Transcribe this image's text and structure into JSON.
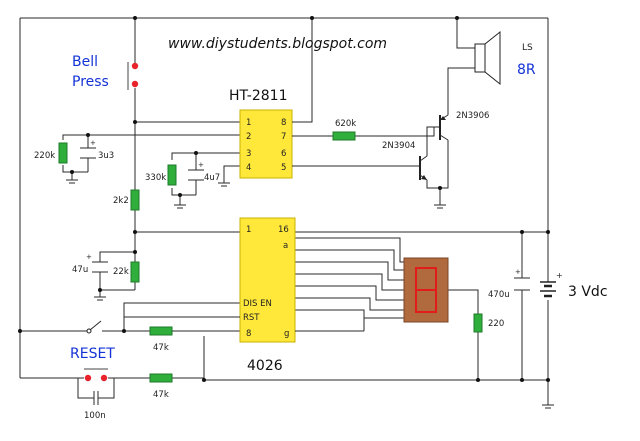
{
  "url": "www.diystudents.blogspot.com",
  "labels": {
    "bell1": "Bell",
    "bell2": "Press",
    "reset": "RESET",
    "ls": "LS",
    "ls_imp": "8R",
    "supply": "3 Vdc"
  },
  "ic1": {
    "name": "HT-2811",
    "pins": [
      "1",
      "2",
      "3",
      "4",
      "8",
      "7",
      "6",
      "5"
    ]
  },
  "ic2": {
    "name": "4026",
    "pins": [
      "1",
      "16",
      "a",
      "DIS EN",
      "RST",
      "8",
      "g"
    ]
  },
  "components": {
    "r_220k": "220k",
    "c_3u3": "3u3",
    "r_330k": "330k",
    "c_4u7": "4u7",
    "r_620k": "620k",
    "q1": "2N3904",
    "q2": "2N3906",
    "r_2k2": "2k2",
    "c_47u": "47u",
    "r_22k": "22k",
    "r_47k_a": "47k",
    "r_47k_b": "47k",
    "c_100n": "100n",
    "c_470u": "470u",
    "r_220": "220"
  }
}
